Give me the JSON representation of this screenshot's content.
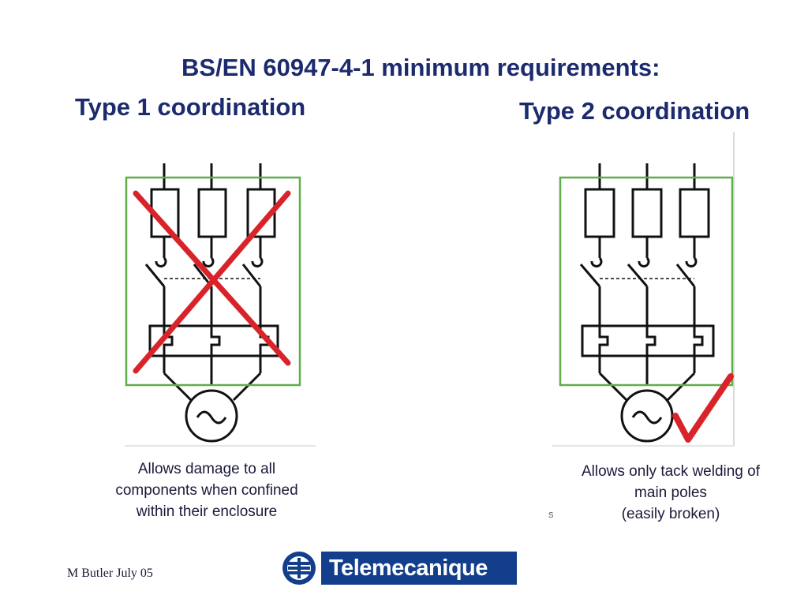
{
  "slide": {
    "title": "BS/EN 60947-4-1 minimum requirements:"
  },
  "left": {
    "heading": "Type 1 coordination",
    "caption": [
      "Allows damage to all",
      "components when confined",
      "within their enclosure"
    ],
    "mark": "cross-icon"
  },
  "right": {
    "heading": "Type 2 coordination",
    "caption": [
      "Allows only tack welding of",
      "main poles",
      "(easily broken)"
    ],
    "stray_glyph": "s",
    "mark": "check-icon"
  },
  "footer": {
    "author": "M Butler July 05",
    "brand": "Telemecanique"
  },
  "colors": {
    "heading": "#1c2a6e",
    "enclosure": "#5fae4a",
    "mark": "#d9232a",
    "brand": "#123e8c"
  }
}
